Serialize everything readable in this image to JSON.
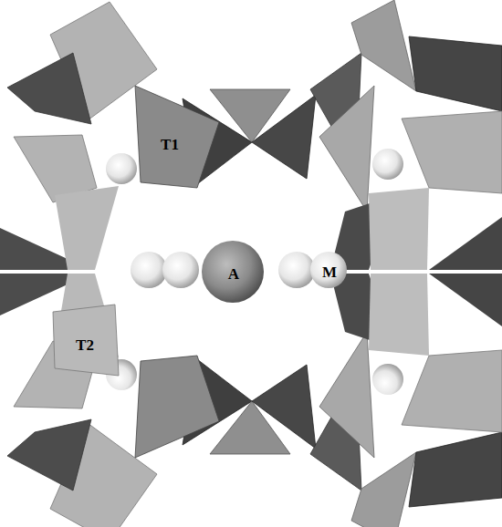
{
  "diagram": {
    "labels": [
      "T1",
      "A",
      "M",
      "T2"
    ]
  }
}
